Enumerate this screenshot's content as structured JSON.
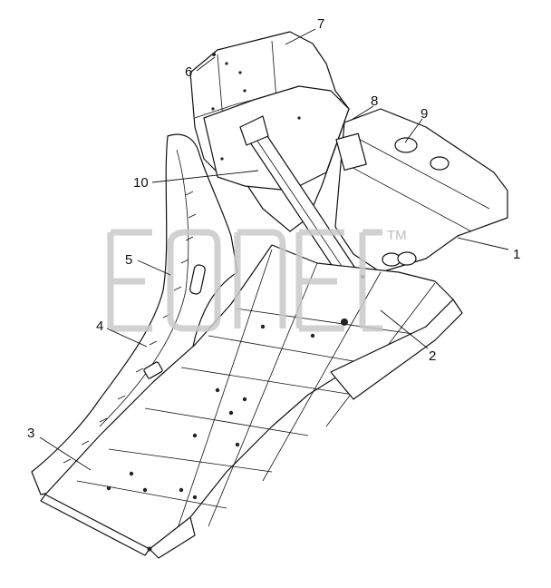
{
  "diagram": {
    "callouts": [
      {
        "id": "c1",
        "label": "1"
      },
      {
        "id": "c2",
        "label": "2"
      },
      {
        "id": "c3",
        "label": "3"
      },
      {
        "id": "c4",
        "label": "4"
      },
      {
        "id": "c5",
        "label": "5"
      },
      {
        "id": "c6",
        "label": "6"
      },
      {
        "id": "c7",
        "label": "7"
      },
      {
        "id": "c8",
        "label": "8"
      },
      {
        "id": "c9",
        "label": "9"
      },
      {
        "id": "c10",
        "label": "10"
      }
    ]
  },
  "watermark": {
    "trademark": "TM"
  },
  "colors": {
    "line": "#111111",
    "watermark": "#c9c9c9",
    "background": "#ffffff"
  }
}
